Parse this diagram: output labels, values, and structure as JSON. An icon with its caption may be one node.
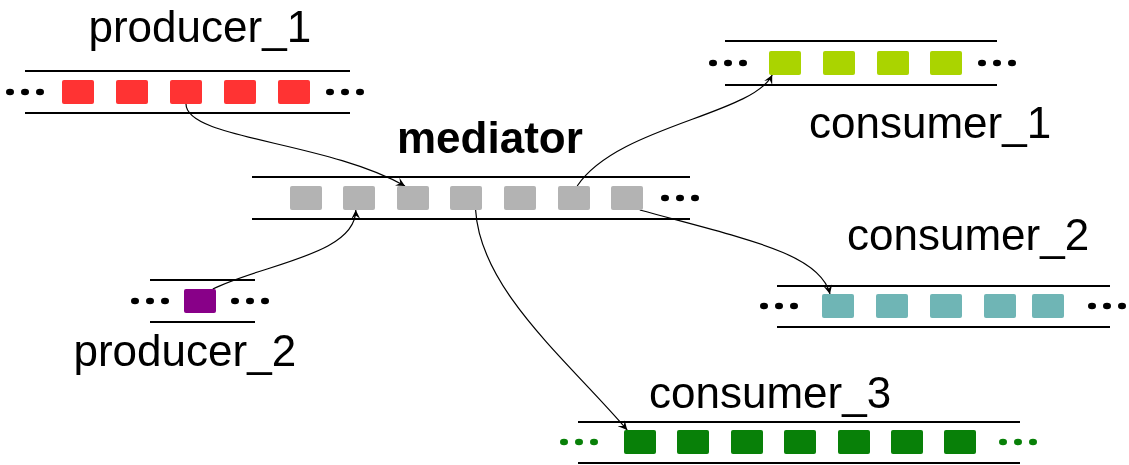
{
  "diagram": {
    "nodes": [
      {
        "text": [
          "producer_1"
        ]
      },
      {
        "text": [],
        "shape": "box",
        "in": 0
      },
      {
        "text": [],
        "shape": "box",
        "in": 0
      },
      {
        "text": [],
        "shape": "box",
        "in": 0
      },
      {
        "text": [],
        "shape": "box",
        "in": 0
      },
      {
        "text": [],
        "shape": "box",
        "in": 0
      },
      {
        "text": [
          "producer_2"
        ]
      },
      {
        "text": [],
        "shape": "box",
        "in": 6
      },
      {
        "text": [
          "mediator"
        ]
      },
      {
        "text": [],
        "shape": "box",
        "in": 8
      },
      {
        "text": [],
        "shape": "box",
        "in": 8
      },
      {
        "text": [],
        "shape": "box",
        "in": 8
      },
      {
        "text": [],
        "shape": "box",
        "in": 8
      },
      {
        "text": [],
        "shape": "box",
        "in": 8
      },
      {
        "text": [],
        "shape": "box",
        "in": 8
      },
      {
        "text": [],
        "shape": "box",
        "in": 8
      },
      {
        "text": [
          "consumer_1"
        ]
      },
      {
        "text": [],
        "shape": "box",
        "in": 16
      },
      {
        "text": [],
        "shape": "box",
        "in": 16
      },
      {
        "text": [],
        "shape": "box",
        "in": 16
      },
      {
        "text": [],
        "shape": "box",
        "in": 16
      },
      {
        "text": [
          "consumer_2"
        ]
      },
      {
        "text": [],
        "shape": "box",
        "in": 21
      },
      {
        "text": [],
        "shape": "box",
        "in": 21
      },
      {
        "text": [],
        "shape": "box",
        "in": 21
      },
      {
        "text": [],
        "shape": "box",
        "in": 21
      },
      {
        "text": [],
        "shape": "box",
        "in": 21
      },
      {
        "text": [
          "consumer_3"
        ]
      },
      {
        "text": [],
        "shape": "box",
        "in": 27
      },
      {
        "text": [],
        "shape": "box",
        "in": 27
      },
      {
        "text": [],
        "shape": "box",
        "in": 27
      },
      {
        "text": [],
        "shape": "box",
        "in": 27
      },
      {
        "text": [],
        "shape": "box",
        "in": 27
      },
      {
        "text": [],
        "shape": "box",
        "in": 27
      },
      {
        "text": [],
        "shape": "box",
        "in": 27
      }
    ],
    "edges": [
      {
        "from": 3,
        "to": 11,
        "arrow": "to"
      },
      {
        "from": 7,
        "to": 10,
        "arrow": "to"
      },
      {
        "from": 14,
        "to": 17,
        "arrow": "to"
      },
      {
        "from": 15,
        "to": 22,
        "arrow": "to"
      },
      {
        "from": 12,
        "to": 28,
        "arrow": "to"
      }
    ]
  }
}
